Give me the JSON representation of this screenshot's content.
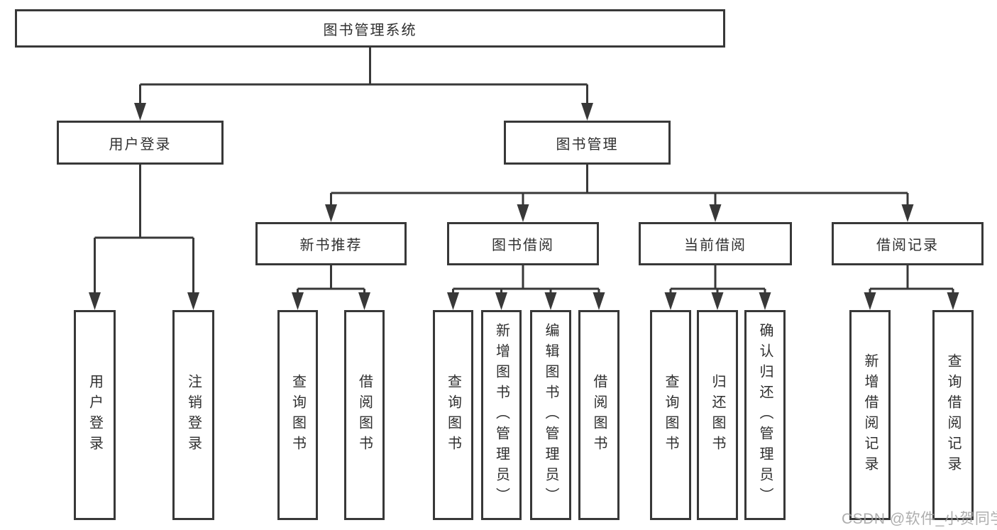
{
  "tree": {
    "root": {
      "label": "图书管理系统"
    },
    "level2": [
      {
        "label": "用户登录"
      },
      {
        "label": "图书管理"
      }
    ],
    "level3": [
      {
        "label": "新书推荐"
      },
      {
        "label": "图书借阅"
      },
      {
        "label": "当前借阅"
      },
      {
        "label": "借阅记录"
      }
    ],
    "leaves": {
      "g1": [
        "用户登录",
        "注销登录"
      ],
      "g2": [
        "查询图书",
        "借阅图书"
      ],
      "g3": [
        "查询图书",
        "新增图书（管理员）",
        "编辑图书（管理员）",
        "借阅图书"
      ],
      "g4": [
        "查询图书",
        "归还图书",
        "确认归还（管理员）"
      ],
      "g5": [
        "新增借阅记录",
        "查询借阅记录"
      ]
    }
  },
  "watermark": {
    "text": "CSDN @软件_小贺同学"
  },
  "colors": {
    "line": "#383838",
    "box_border": "#383838",
    "text": "#2f2f2f",
    "watermark": "#a0a0a0",
    "background": "#ffffff"
  }
}
